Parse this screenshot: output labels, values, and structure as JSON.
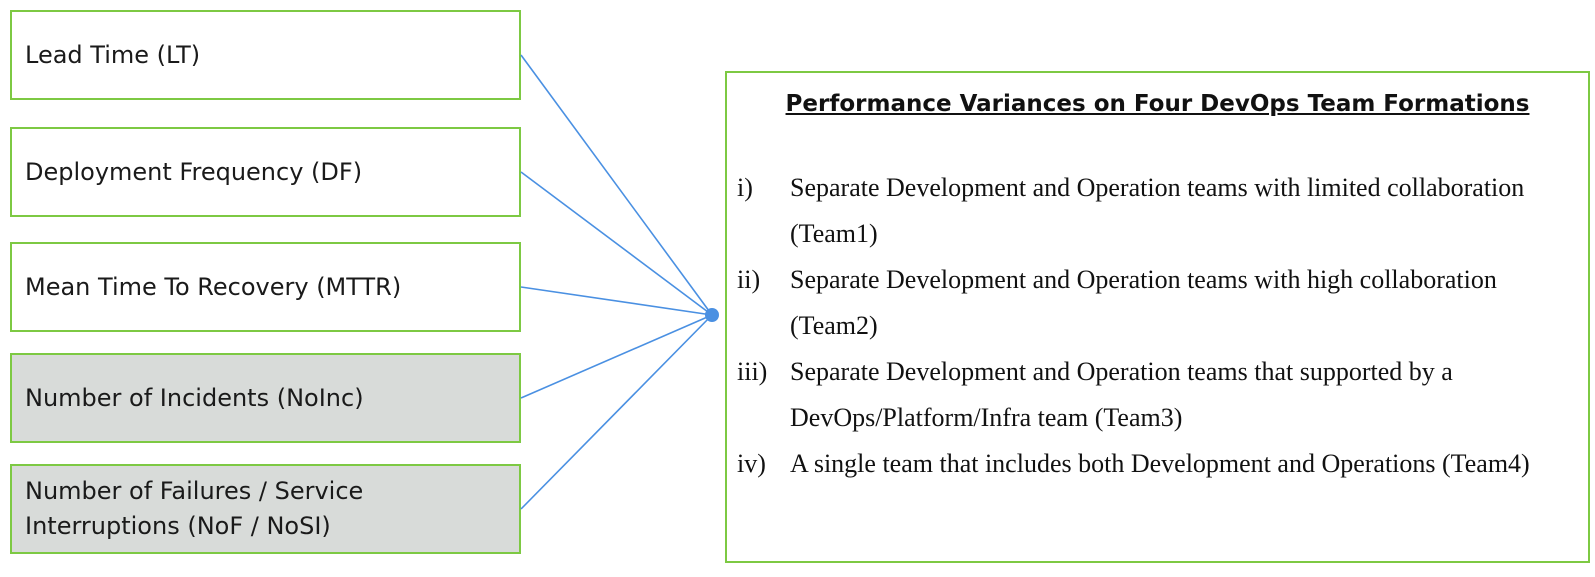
{
  "metrics": [
    {
      "label": "Lead Time (LT)",
      "shaded": false
    },
    {
      "label": "Deployment Frequency (DF)",
      "shaded": false
    },
    {
      "label": "Mean Time To Recovery (MTTR)",
      "shaded": false
    },
    {
      "label": "Number of Incidents (NoInc)",
      "shaded": true
    },
    {
      "label": "Number of Failures / Service Interruptions (NoF / NoSI)",
      "shaded": true
    }
  ],
  "panel": {
    "title": "Performance Variances on Four DevOps Team Formations",
    "formations": [
      {
        "num": "i)",
        "text": "Separate Development and Operation teams with limited collaboration (Team1)"
      },
      {
        "num": "ii)",
        "text": "Separate Development and Operation teams with high collaboration (Team2)"
      },
      {
        "num": "iii)",
        "text": "Separate Development and Operation teams that supported by a DevOps/Platform/Infra team (Team3)"
      },
      {
        "num": "iv)",
        "text": "A single team that includes both Development and Operations (Team4)"
      }
    ]
  },
  "colors": {
    "box_border": "#7dc943",
    "shaded_fill": "#d8dbd9",
    "connector": "#4a90e2"
  }
}
